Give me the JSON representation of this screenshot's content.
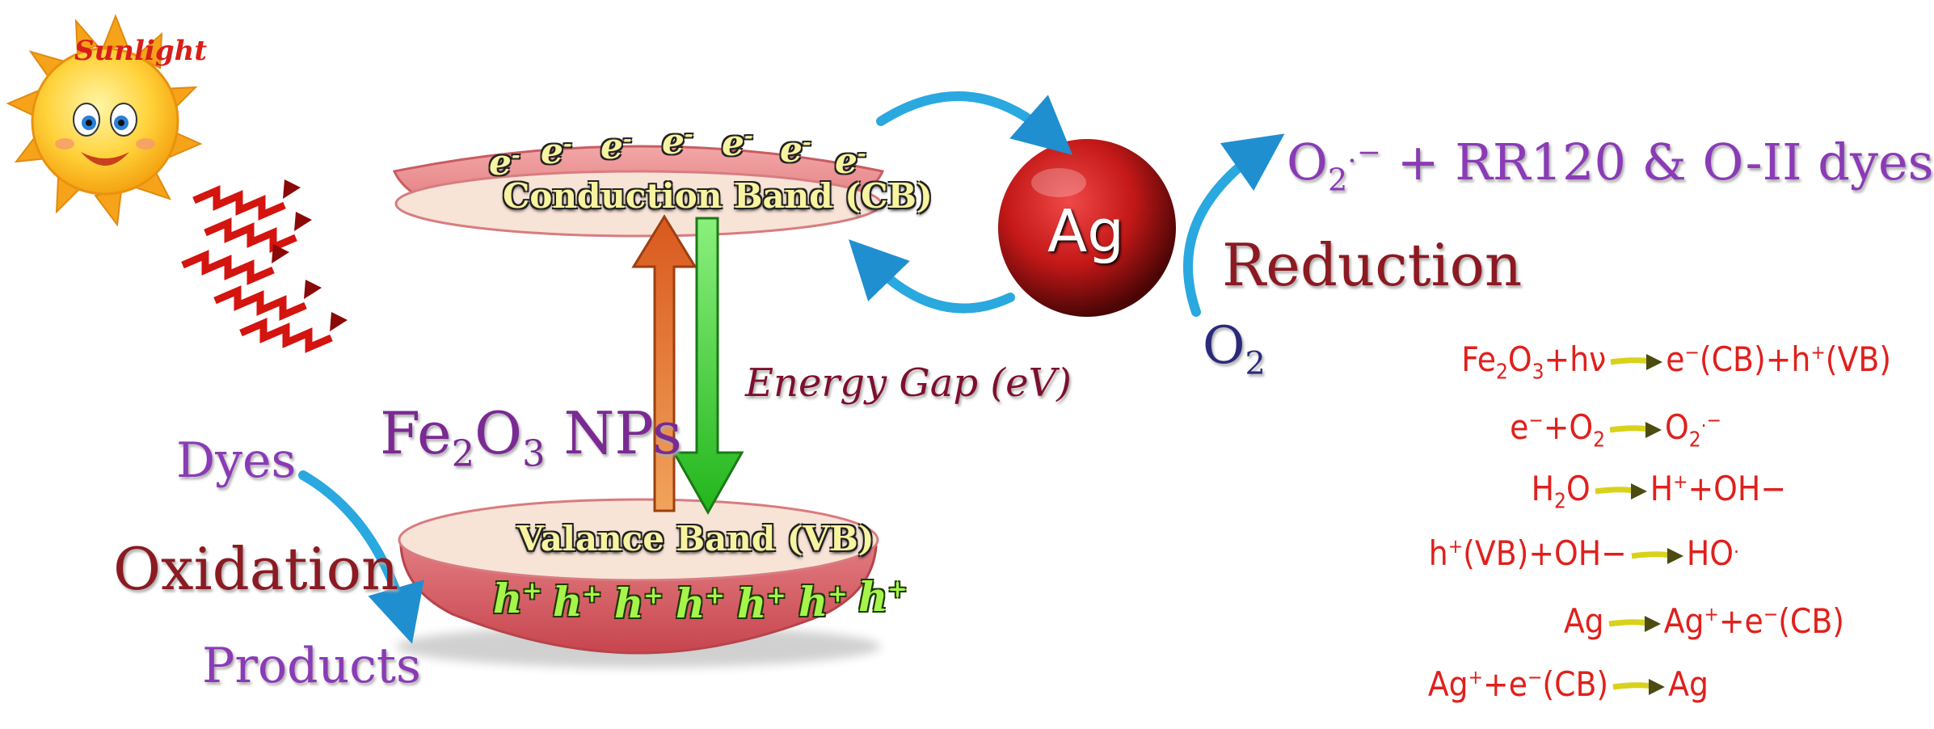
{
  "sun": {
    "label": "Sunlight"
  },
  "conduction_band": {
    "label": "Conduction Band (CB)",
    "electrons": [
      "e",
      "e",
      "e",
      "e",
      "e",
      "e",
      "e"
    ],
    "electron_charge": "-"
  },
  "valence_band": {
    "label": "Valance Band (VB)",
    "holes": [
      "h",
      "h",
      "h",
      "h",
      "h",
      "h",
      "h"
    ],
    "hole_charge": "+"
  },
  "energy_gap": {
    "label": "Energy Gap (eV)"
  },
  "material": {
    "part1": "Fe",
    "sub1": "2",
    "part2": "O",
    "sub2": "3",
    "part3": " NPs"
  },
  "silver": {
    "label": "Ag"
  },
  "reduction": {
    "label": "Reduction",
    "reactant_main": "O",
    "reactant_sub": "2",
    "product_main": "O",
    "product_sub": "2",
    "product_sup": ".−",
    "product_rest": " + RR120 & O-II dyes"
  },
  "oxidation": {
    "label": "Oxidation",
    "input": "Dyes",
    "output": "Products"
  },
  "equations": [
    {
      "lhs": [
        "Fe",
        {
          "sub": "2"
        },
        "O",
        {
          "sub": "3"
        },
        "+hν"
      ],
      "rhs": [
        "e",
        {
          "sup": "−"
        },
        "(CB)+h",
        {
          "sup": "+"
        },
        "(VB)"
      ]
    },
    {
      "lhs": [
        "e",
        {
          "sup": "−"
        },
        "+O",
        {
          "sub": "2"
        }
      ],
      "rhs": [
        "O",
        {
          "sub": "2"
        },
        {
          "sup": ".−"
        }
      ]
    },
    {
      "lhs": [
        "H",
        {
          "sub": "2"
        },
        "O"
      ],
      "rhs": [
        "H",
        {
          "sup": "+"
        },
        "+OH−"
      ]
    },
    {
      "lhs": [
        "h",
        {
          "sup": "+"
        },
        "(VB)+OH−"
      ],
      "rhs": [
        "HO",
        {
          "sup": "."
        }
      ]
    },
    {
      "lhs": [
        "Ag"
      ],
      "rhs": [
        "Ag",
        {
          "sup": "+"
        },
        "+e",
        {
          "sup": "−"
        },
        "(CB)"
      ]
    },
    {
      "lhs": [
        "Ag",
        {
          "sup": "+"
        },
        "+e",
        {
          "sup": "−"
        },
        "(CB)"
      ],
      "rhs": [
        "Ag"
      ]
    }
  ],
  "colors": {
    "band_fill": "#e9868a",
    "band_inner": "#f8e3d7",
    "sun": "#ffd23a",
    "photon": "#e01414",
    "silver_sphere": "#c41818",
    "cyan_arrow": "#2aa8e0",
    "up_arrow": "#e57a38",
    "down_arrow": "#3fd33a",
    "equation_red": "#e0201c",
    "equation_arrow": "#d8d21a"
  }
}
